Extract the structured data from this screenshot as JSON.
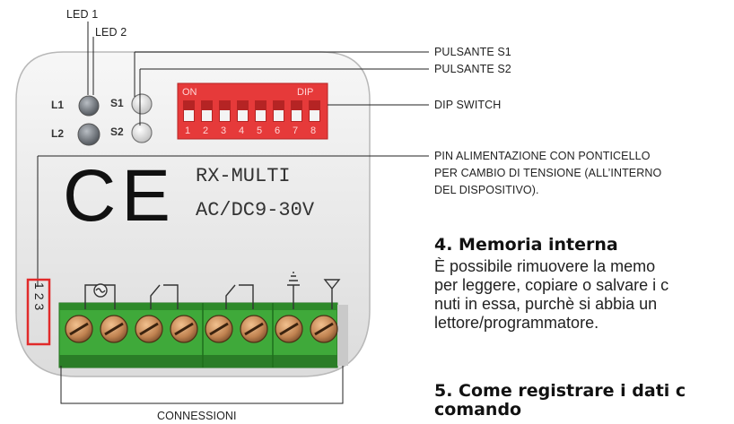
{
  "device": {
    "label_l1": "L1",
    "label_l2": "L2",
    "label_s1": "S1",
    "label_s2": "S2",
    "dip_on": "ON",
    "dip_label": "DIP",
    "dip_numbers": [
      "1",
      "2",
      "3",
      "4",
      "5",
      "6",
      "7",
      "8"
    ],
    "model": "RX-MULTI",
    "voltage": "AC/DC9-30V",
    "ce_mark": "CE",
    "pin_numbers": [
      "1",
      "2",
      "3"
    ],
    "terminal_count": 8,
    "colors": {
      "dip": "#e63a3a",
      "terminal": "#3fa93a",
      "body": "#ececec"
    }
  },
  "callouts": {
    "led1": "LED 1",
    "led2": "LED 2",
    "pulsante_s1": "PULSANTE S1",
    "pulsante_s2": "PULSANTE S2",
    "dip_switch": "DIP SWITCH",
    "pin_line1": "PIN ALIMENTAZIONE CON PONTICELLO",
    "pin_line2": "PER CAMBIO DI TENSIONE  (ALL’INTERNO",
    "pin_line3": "DEL DISPOSITIVO).",
    "connessioni": "CONNESSIONI"
  },
  "text": {
    "section4_title": "4. Memoria interna",
    "section4_lines": [
      "È possibile rimuovere la memo",
      "per leggere, copiare o salvare i c",
      "nuti in essa, purchè si  abbia un",
      "lettore/programmatore."
    ],
    "section5_title_line1": "5. Come registrare i dati c",
    "section5_title_line2": "comando"
  }
}
